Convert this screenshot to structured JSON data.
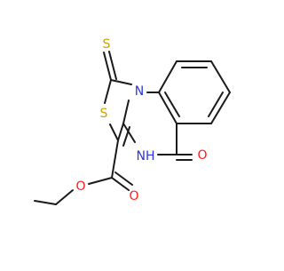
{
  "molecule": {
    "atoms": {
      "thione_s": {
        "symbol": "S",
        "color": "#c8a200"
      },
      "ring_s": {
        "symbol": "S",
        "color": "#c8a200"
      },
      "ring_n": {
        "symbol": "N",
        "color": "#2b34e0"
      },
      "amide_nh": {
        "symbol": "NH",
        "color": "#2b34e0"
      },
      "amide_o": {
        "symbol": "O",
        "color": "#ff1a1a"
      },
      "ester_carbonyl_o": {
        "symbol": "O",
        "color": "#ff1a1a"
      },
      "ester_alkoxy_o": {
        "symbol": "O",
        "color": "#ff1a1a"
      }
    },
    "bond_color": "#1a1a1a"
  }
}
